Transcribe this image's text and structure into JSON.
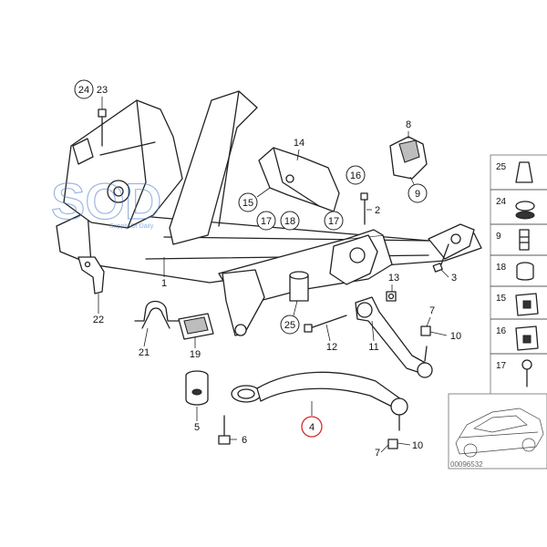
{
  "watermark": {
    "logo_text": "SOD",
    "tagline": "Supply Of Daily"
  },
  "callouts": {
    "c24": "24",
    "c23": "23",
    "c14": "14",
    "c8": "8",
    "c16": "16",
    "c15": "15",
    "c17a": "17",
    "c18": "18",
    "c17b": "17",
    "c9": "9",
    "c2": "2",
    "c1": "1",
    "c13": "13",
    "c3": "3",
    "c22": "22",
    "c7a": "7",
    "c10a": "10",
    "c21": "21",
    "c25": "25",
    "c12": "12",
    "c11": "11",
    "c19": "19",
    "c4": "4",
    "c5": "5",
    "c6": "6",
    "c7b": "7",
    "c10b": "10"
  },
  "legend": {
    "items": [
      "25",
      "24",
      "9",
      "18",
      "15",
      "16",
      "17"
    ]
  },
  "diagram_code": "00096532",
  "highlight_color": "#d62828"
}
